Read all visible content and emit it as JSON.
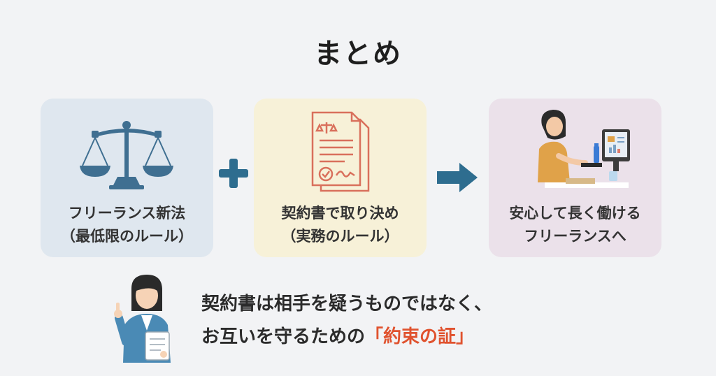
{
  "title": "まとめ",
  "cards": [
    {
      "line1": "フリーランス新法",
      "line2": "（最低限のルール）"
    },
    {
      "line1": "契約書で取り決め",
      "line2": "（実務のルール）"
    },
    {
      "line1": "安心して長く働ける",
      "line2": "フリーランスへ"
    }
  ],
  "operators": {
    "plus": "plus-icon",
    "arrow": "arrow-right-icon"
  },
  "message": {
    "line1": "契約書は相手を疑うものではなく、",
    "line2_prefix": "お互いを守るための",
    "line2_accent": "「約束の証」"
  },
  "colors": {
    "law_card": "#dfe7ef",
    "contract_card": "#f7f1d8",
    "result_card": "#ebe1ea",
    "operator": "#2e6d8f",
    "accent": "#e0522e"
  }
}
